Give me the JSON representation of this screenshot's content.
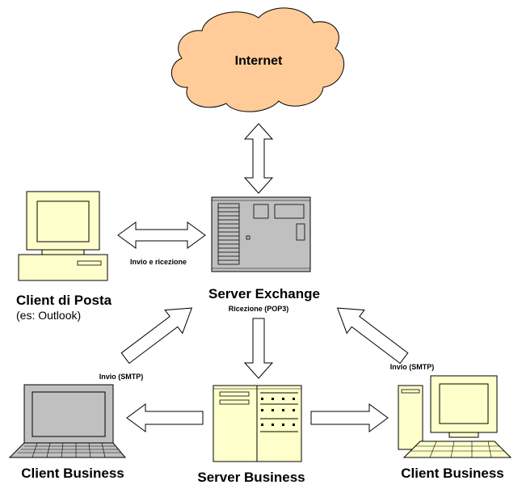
{
  "nodes": {
    "internet": {
      "label": "Internet"
    },
    "server_exchange": {
      "label": "Server Exchange",
      "sublabel": "Ricezione (POP3)"
    },
    "client_posta": {
      "label": "Client di Posta",
      "sublabel": "(es: Outlook)"
    },
    "server_business": {
      "label": "Server Business"
    },
    "client_business_left": {
      "label": "Client Business"
    },
    "client_business_right": {
      "label": "Client Business"
    }
  },
  "edges": {
    "posta_exchange": {
      "label": "Invio e ricezione"
    },
    "smtp_left": {
      "label": "Invio (SMTP)"
    },
    "smtp_right": {
      "label": "Invio (SMTP)"
    }
  },
  "colors": {
    "cloud_fill": "#FFCC99",
    "monitor_fill": "#FFFFCC",
    "server_fill": "#C0C0C0",
    "business_server_fill": "#FFFFCC",
    "laptop_fill": "#C0C0C0"
  }
}
